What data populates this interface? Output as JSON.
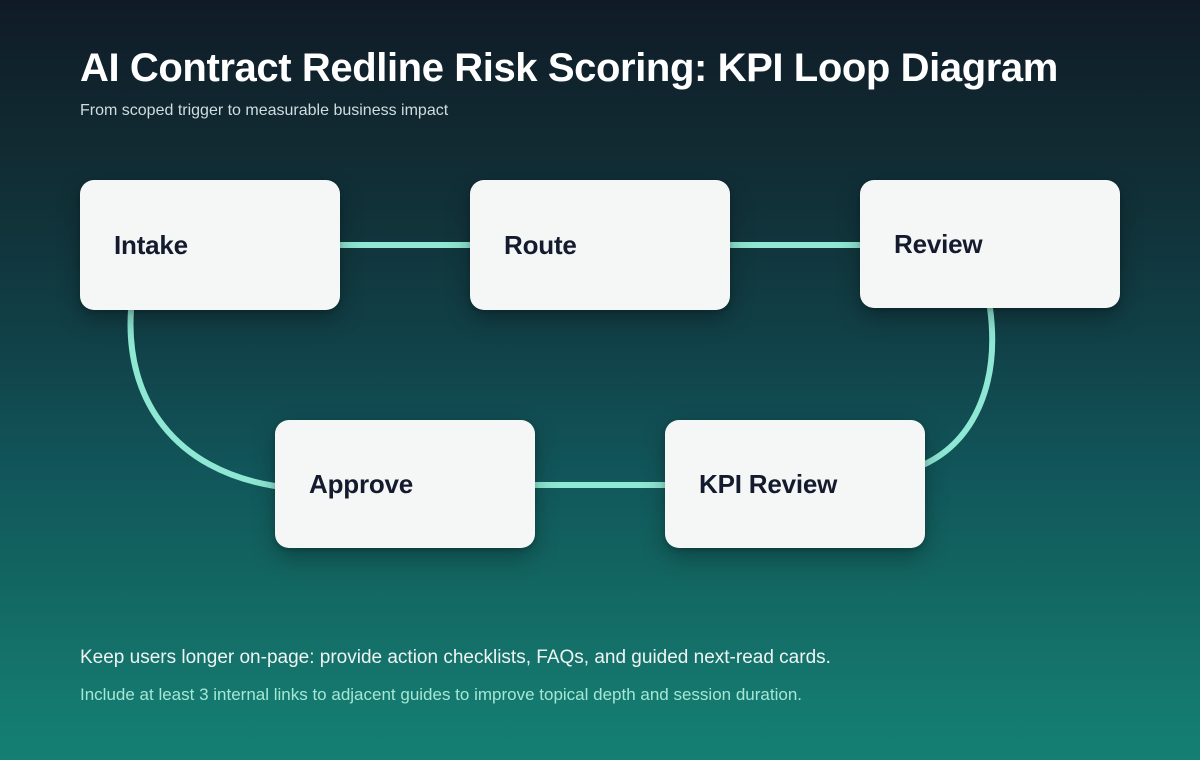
{
  "header": {
    "title": "AI Contract Redline Risk Scoring: KPI Loop Diagram",
    "subtitle": "From scoped trigger to measurable business impact"
  },
  "diagram": {
    "type": "loop-flow",
    "nodes": [
      {
        "id": "intake",
        "label": "Intake"
      },
      {
        "id": "route",
        "label": "Route"
      },
      {
        "id": "review",
        "label": "Review"
      },
      {
        "id": "approve",
        "label": "Approve"
      },
      {
        "id": "kpi-review",
        "label": "KPI Review"
      }
    ],
    "edges": [
      {
        "from": "intake",
        "to": "route",
        "style": "straight"
      },
      {
        "from": "route",
        "to": "review",
        "style": "straight"
      },
      {
        "from": "review",
        "to": "kpi-review",
        "style": "curve"
      },
      {
        "from": "kpi-review",
        "to": "approve",
        "style": "straight"
      },
      {
        "from": "approve",
        "to": "intake",
        "style": "curve"
      }
    ]
  },
  "footer": {
    "primary": "Keep users longer on-page: provide action checklists, FAQs, and guided next-read cards.",
    "secondary": "Include at least 3 internal links to adjacent guides to improve topical depth and session duration."
  },
  "colors": {
    "background_top": "#101a26",
    "background_bottom": "#157f73",
    "node_fill": "#f5f7f7",
    "node_text": "#151b2e",
    "edge": "#8fe8d4",
    "title_text": "#ffffff",
    "subtitle_text": "#cfdde0",
    "footer_primary_text": "#eef4f3",
    "footer_secondary_text": "#a6e6d5"
  }
}
